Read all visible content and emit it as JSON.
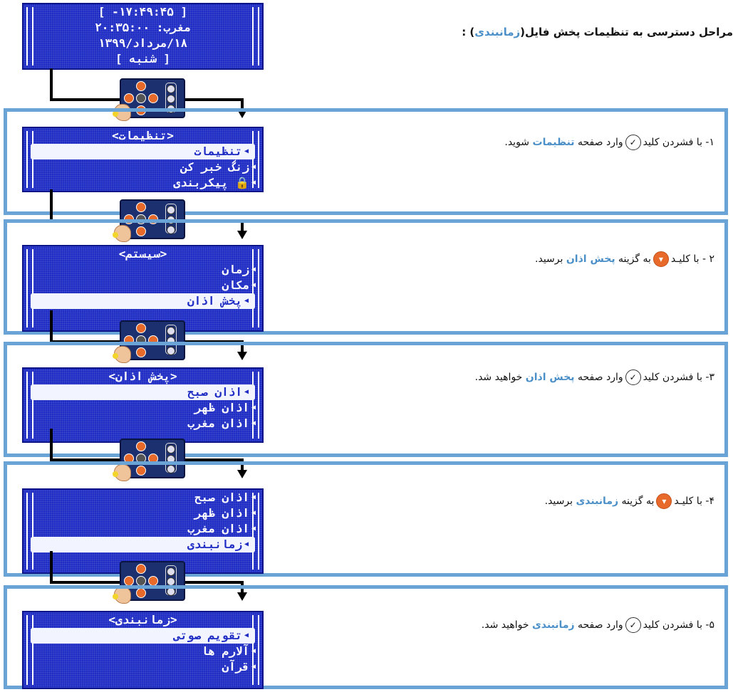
{
  "title": {
    "prefix": "مراحل دسترسی به تنظیمات پخش فایل(",
    "highlight": "زمانبندی",
    "suffix": ") :"
  },
  "lcd0": {
    "rows": [
      "[ ۱۷:۴۹:۴۵- ]",
      "مغرب: ۲۰:۳۵:۰۰",
      "۱۸/مرداد/۱۳۹۹",
      "[ شنبه ]"
    ]
  },
  "steps": [
    {
      "text": {
        "pre": "۱- با فشردن کلید",
        "key": "ok",
        "mid": "وارد صفحه",
        "hl": "تنظیمات",
        "post": "شوید."
      },
      "lcd": {
        "header": "<تنظیمات>",
        "rows": [
          "تنظیمات",
          "زنگ خبر کن",
          "🔒 پیکربندی"
        ],
        "selected": 0
      }
    },
    {
      "text": {
        "pre": "۲ - با کلیـد",
        "key": "down",
        "mid": "به گزینه",
        "hl": "پخش اذان",
        "post": "برسید."
      },
      "lcd": {
        "header": "<سیستم>",
        "rows": [
          "زمان",
          "مکان",
          "پخش اذان"
        ],
        "selected": 2
      }
    },
    {
      "text": {
        "pre": "۳- با فشردن کلید",
        "key": "ok",
        "mid": "وارد صفحه",
        "hl": "پخش اذان",
        "post": "خواهید شد."
      },
      "lcd": {
        "header": "<پخش اذان>",
        "rows": [
          "اذان صبح",
          "اذان ظهر",
          "اذان مغرب"
        ],
        "selected": 0
      }
    },
    {
      "text": {
        "pre": "۴- با کلیـد",
        "key": "down",
        "mid": "به گزینه",
        "hl": "زمانبندی",
        "post": "برسید."
      },
      "lcd": {
        "header": "",
        "rows": [
          "اذان صبح",
          "اذان ظهر",
          "اذان مغرب",
          "زمانبندی"
        ],
        "selected": 3
      }
    },
    {
      "text": {
        "pre": "۵- با فشردن کلید",
        "key": "ok",
        "mid": "وارد صفحه",
        "hl": "زمانبندی",
        "post": "خواهید شد."
      },
      "lcd": {
        "header": "<زمانبندی>",
        "rows": [
          "تقویم صوتی",
          "آلارم ها",
          "قرآن"
        ],
        "selected": 0
      }
    }
  ],
  "icons": {
    "ok": "check-circle-icon",
    "down": "down-chevron-circle-icon"
  }
}
